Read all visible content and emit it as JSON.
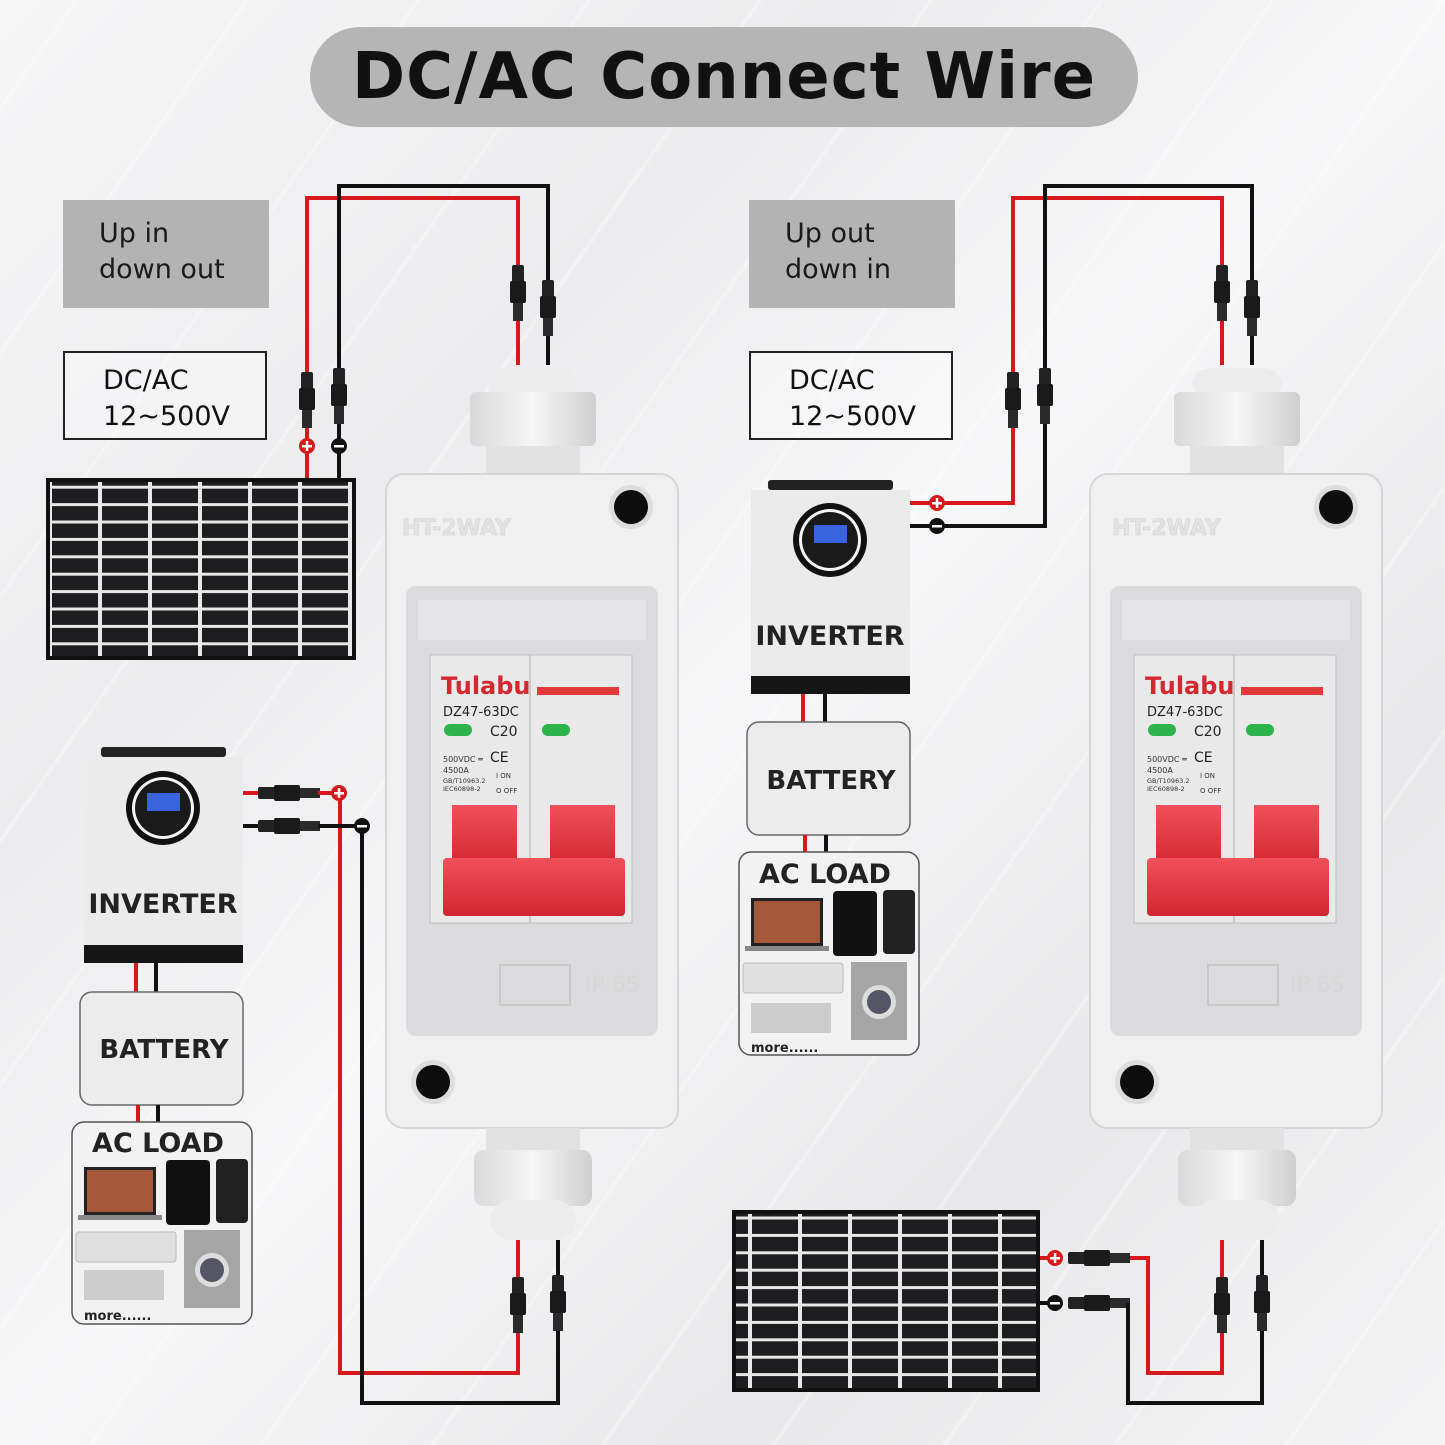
{
  "title": "DC/AC Connect Wire",
  "left_panel": {
    "direction_label_line1": "Up in",
    "direction_label_line2": "down out",
    "voltage_label_line1": "DC/AC",
    "voltage_label_line2": "12~500V",
    "inverter_label": "INVERTER",
    "battery_label": "BATTERY",
    "ac_load_label": "AC LOAD",
    "ac_load_more": "more......"
  },
  "right_panel": {
    "direction_label_line1": "Up out",
    "direction_label_line2": "down in",
    "voltage_label_line1": "DC/AC",
    "voltage_label_line2": "12~500V",
    "inverter_label": "INVERTER",
    "battery_label": "BATTERY",
    "ac_load_label": "AC LOAD",
    "ac_load_more": "more......"
  },
  "breaker": {
    "brand": "Tulabu",
    "model": "DZ47-63DC",
    "rating": "C20",
    "voltage": "500VDC ═",
    "capacity": "4500A",
    "standard1": "GB/T10963.2",
    "standard2": "IEC60898-2",
    "on_label": "I ON",
    "off_label": "O OFF",
    "ce_mark": "CE",
    "enclosure_mark": "HT-2WAY",
    "ip_rating": "IP 65"
  },
  "polarity": {
    "positive": "+",
    "negative": "−"
  },
  "colors": {
    "positive_wire": "#d7191c",
    "negative_wire": "#111111",
    "breaker_handle": "#e8323a",
    "brand_red": "#d4272e",
    "indicator_green": "#2db34a",
    "title_pill": "#b5b5b5"
  }
}
